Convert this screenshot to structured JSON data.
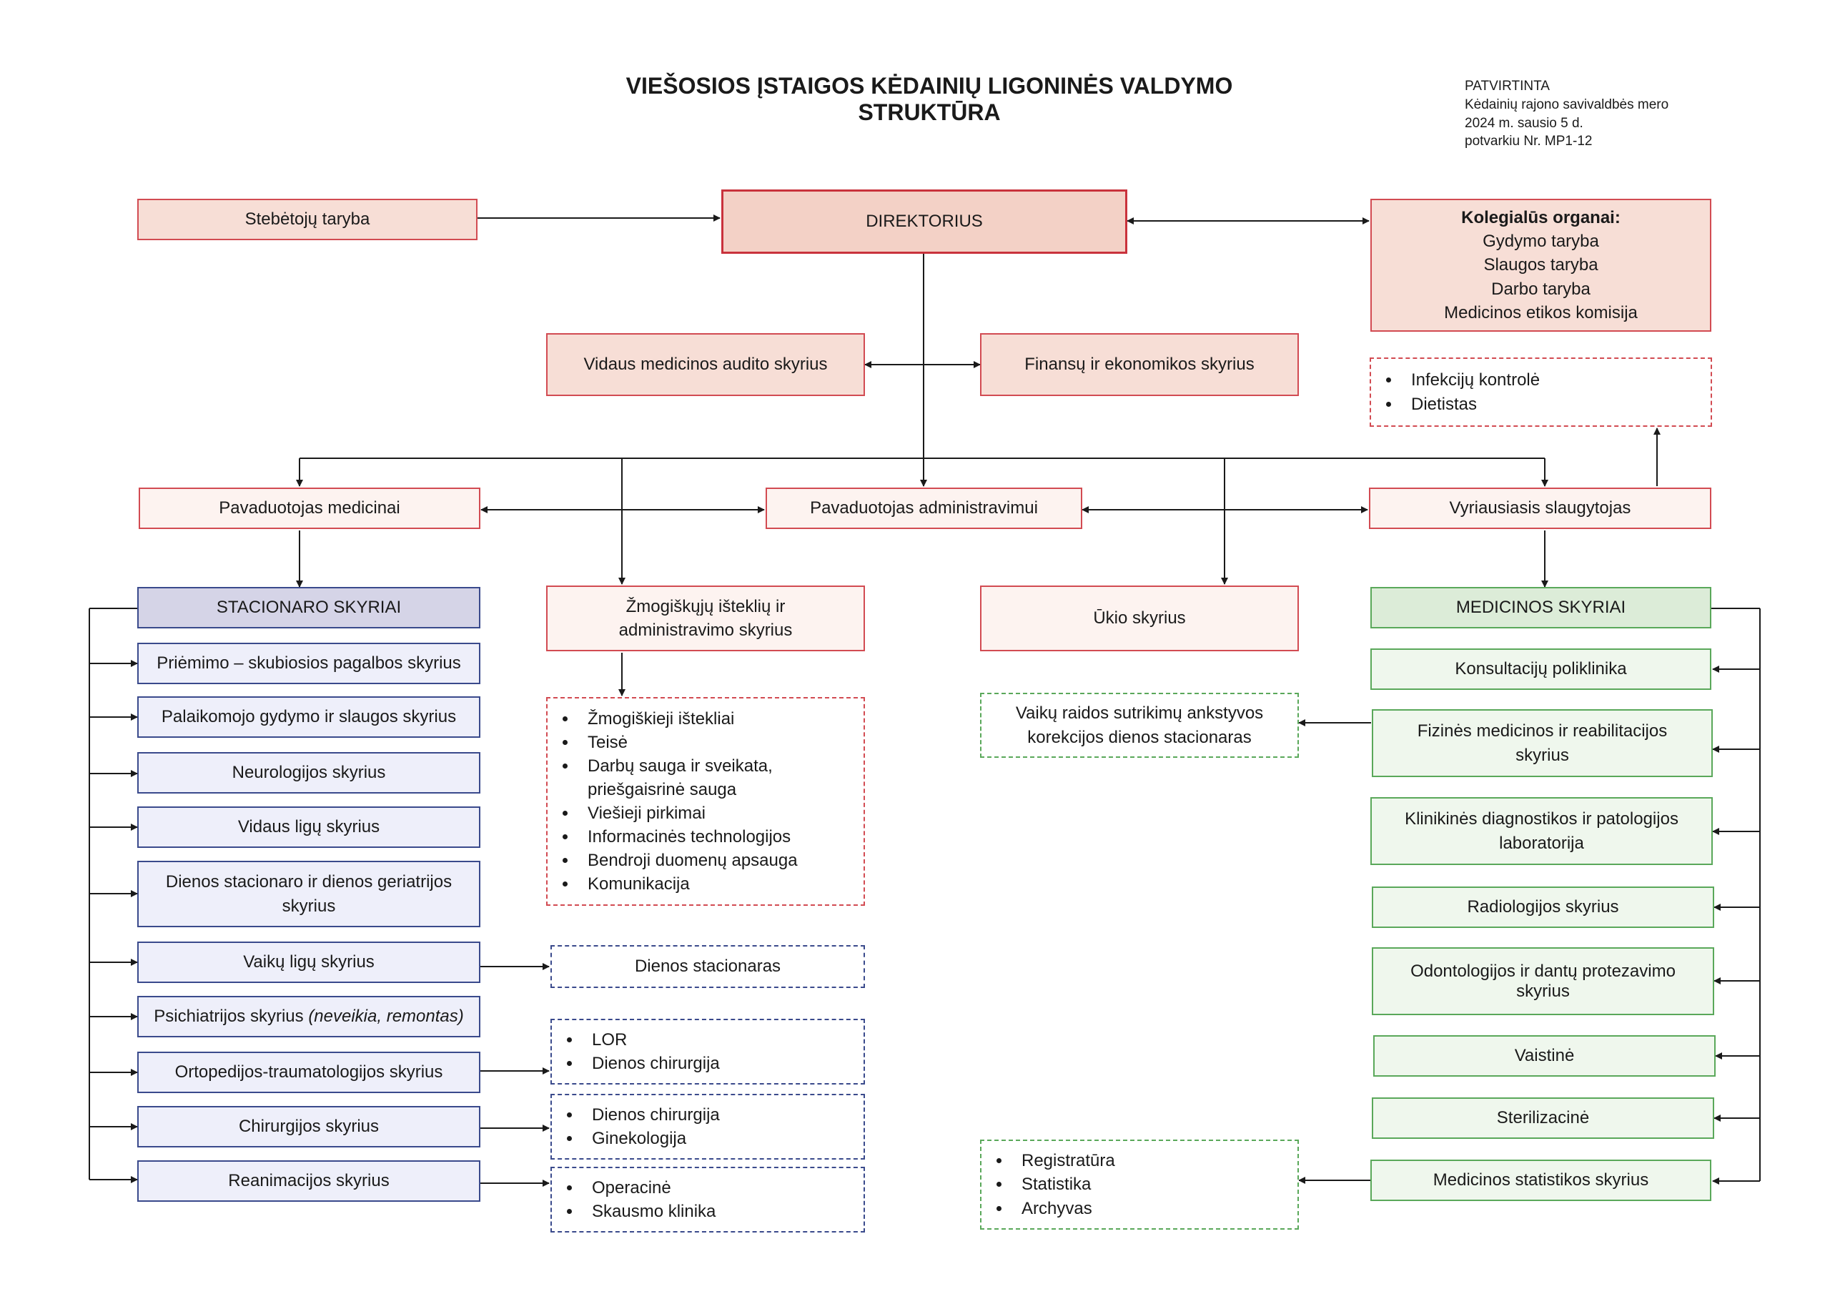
{
  "title": "VIEŠOSIOS ĮSTAIGOS KĖDAINIŲ LIGONINĖS VALDYMO STRUKTŪRA",
  "approval": [
    "PATVIRTINTA",
    "Kėdainių rajono savivaldbės mero",
    "2024 m. sausio 5 d.",
    "potvarkiu Nr. MP1-12"
  ],
  "top": {
    "observers": "Stebėtojų taryba",
    "director": "DIREKTORIUS",
    "collegial": {
      "heading": "Kolegialūs organai:",
      "items": [
        "Gydymo taryba",
        "Slaugos taryba",
        "Darbo taryba",
        "Medicinos etikos komisija"
      ]
    }
  },
  "audit": "Vidaus medicinos audito skyrius",
  "finance": "Finansų ir ekonomikos skyrius",
  "infection_list": [
    "Infekcijų kontrolė",
    "Dietistas"
  ],
  "deputies": {
    "medical": "Pavaduotojas medicinai",
    "admin": "Pavaduotojas administravimui",
    "nurse": "Vyriausiasis slaugytojas"
  },
  "hr": {
    "label": "Žmogiškųjų išteklių ir administravimo skyrius",
    "items": [
      "Žmogiškieji ištekliai",
      "Teisė",
      "Darbų sauga ir sveikata, priešgaisrinė sauga",
      "Viešieji pirkimai",
      "Informacinės technologijos",
      "Bendroji duomenų apsauga",
      "Komunikacija"
    ]
  },
  "economy": "Ūkio skyrius",
  "inpatient": {
    "heading": "STACIONARO SKYRIAI",
    "units": [
      "Priėmimo – skubiosios pagalbos skyrius",
      "Palaikomojo gydymo ir slaugos skyrius",
      "Neurologijos skyrius",
      "Vidaus ligų skyrius",
      "Dienos stacionaro ir dienos geriatrijos skyrius",
      "Vaikų ligų skyrius",
      "Psichiatrijos skyrius",
      "Ortopedijos-traumatologijos skyrius",
      "Chirurgijos skyrius",
      "Reanimacijos skyrius"
    ],
    "psychiatry_note": "(neveikia, remontas)"
  },
  "sub_units": {
    "day_care": "Dienos stacionaras",
    "orthopedics": [
      "LOR",
      "Dienos chirurgija"
    ],
    "surgery": [
      "Dienos chirurgija",
      "Ginekologija"
    ],
    "resuscitation": [
      "Operacinė",
      "Skausmo klinika"
    ]
  },
  "medical": {
    "heading": "MEDICINOS SKYRIAI",
    "units": [
      "Konsultacijų poliklinika",
      "Fizinės medicinos ir reabilitacijos skyrius",
      "Klinikinės diagnostikos ir patologijos laboratorija",
      "Radiologijos skyrius",
      "Odontologijos ir dantų protezavimo skyrius",
      "Vaistinė",
      "Sterilizacinė",
      "Medicinos statistikos skyrius"
    ]
  },
  "child_dev": "Vaikų raidos sutrikimų ankstyvos korekcijos dienos stacionaras",
  "stats_list": [
    "Registratūra",
    "Statistika",
    "Archyvas"
  ]
}
